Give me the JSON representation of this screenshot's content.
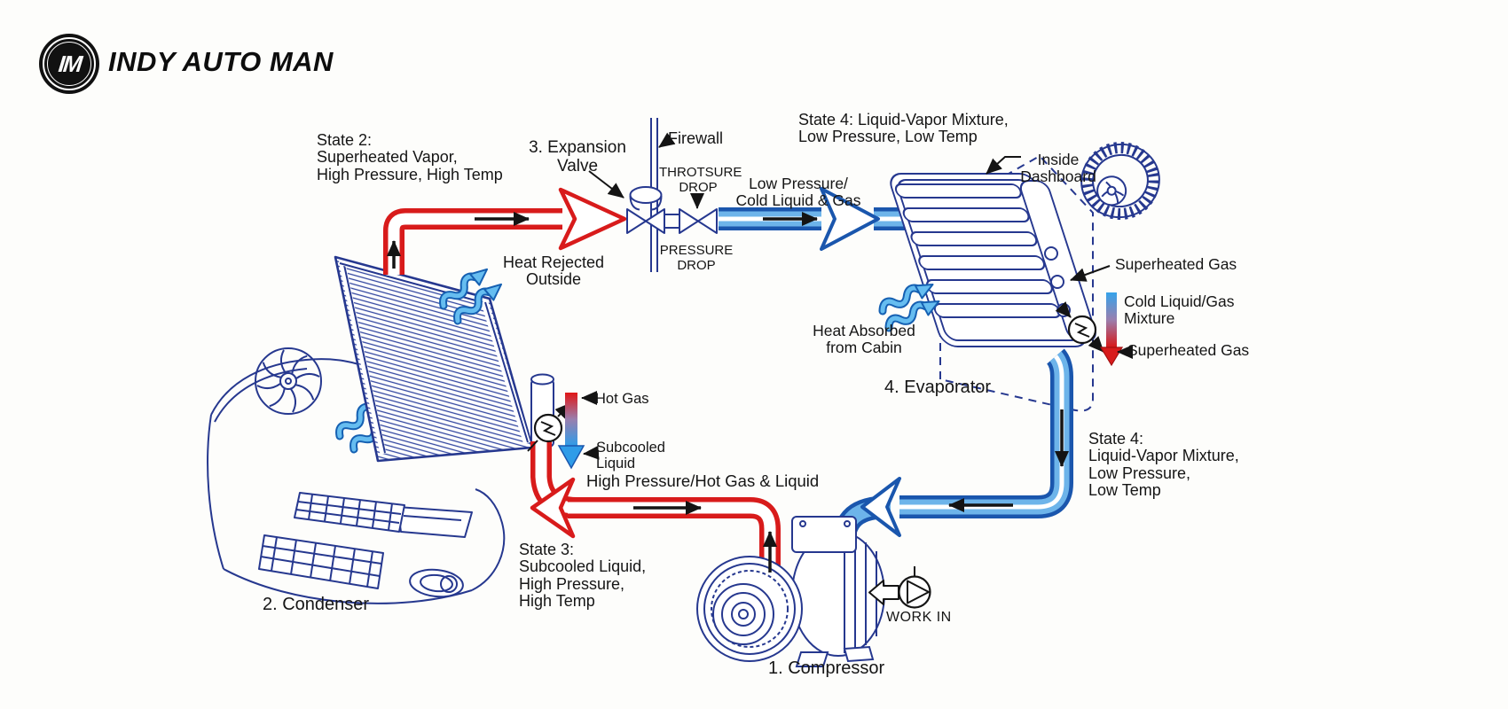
{
  "brand": {
    "monogram": "IM",
    "name": "INDY AUTO MAN"
  },
  "labels": {
    "state2": "State 2:\nSuperheated Vapor,\nHigh Pressure, High Temp",
    "expansion_valve": "3. Expansion\nValve",
    "firewall": "Firewall",
    "throttle_drop": "THROTSURE\nDROP",
    "pressure_drop": "PRESSURE\nDROP",
    "low_pressure_line": "Low Pressure/\nCold Liquid & Gas",
    "state4_top": "State 4: Liquid-Vapor Mixture,\nLow Pressure, Low Temp",
    "inside_dashboard": "Inside\nDashboard",
    "superheated_gas_top": "Superheated Gas",
    "cold_liquid_gas_mixture": "Cold Liquid/Gas\nMixture",
    "superheated_gas_bottom": "Superheated Gas",
    "heat_absorbed": "Heat Absorbed\nfrom Cabin",
    "evaporator": "4. Evaporator",
    "state4_side": "State 4:\nLiquid-Vapor Mixture,\nLow Pressure,\nLow Temp",
    "heat_rejected": "Heat Rejected\nOutside",
    "hot_gas": "Hot Gas",
    "subcooled_liquid": "Subcooled\nLiquid",
    "high_pressure_line": "High Pressure/Hot Gas & Liquid",
    "state3": "State 3:\nSubcooled Liquid,\nHigh Pressure,\nHigh Temp",
    "condenser": "2. Condenser",
    "compressor": "1. Compressor",
    "work_in": "WORK IN"
  },
  "colors": {
    "pipe_red": "#d81b1b",
    "pipe_blue_dark": "#1a56ad",
    "pipe_blue_light": "#6db4ea",
    "line_navy": "#26388f",
    "text": "#151515"
  }
}
